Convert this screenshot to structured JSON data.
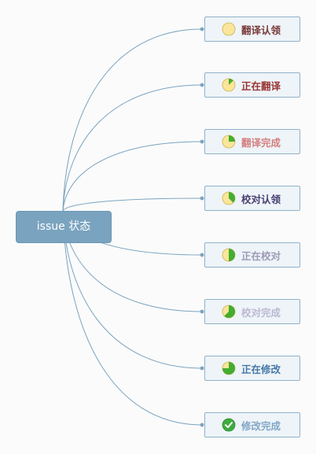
{
  "root": {
    "label": "issue 状态",
    "color": "#7aa3bf"
  },
  "line_color": "#7aa3bf",
  "nodes": [
    {
      "label": "翻译认领",
      "icon": "progress-0-icon",
      "progress": 0,
      "text_color": "#7a3b3b"
    },
    {
      "label": "正在翻译",
      "icon": "progress-1-icon",
      "progress": 0.125,
      "text_color": "#9a3434"
    },
    {
      "label": "翻译完成",
      "icon": "progress-2-icon",
      "progress": 0.25,
      "text_color": "#d47f7f"
    },
    {
      "label": "校对认领",
      "icon": "progress-3-icon",
      "progress": 0.375,
      "text_color": "#4a4273"
    },
    {
      "label": "正在校对",
      "icon": "progress-4-icon",
      "progress": 0.5,
      "text_color": "#9e9ab8"
    },
    {
      "label": "校对完成",
      "icon": "progress-5-icon",
      "progress": 0.625,
      "text_color": "#bcb8d2"
    },
    {
      "label": "正在修改",
      "icon": "progress-6-icon",
      "progress": 0.75,
      "text_color": "#4878a6"
    },
    {
      "label": "修改完成",
      "icon": "check-icon",
      "progress": 1,
      "text_color": "#82a6c8"
    }
  ]
}
